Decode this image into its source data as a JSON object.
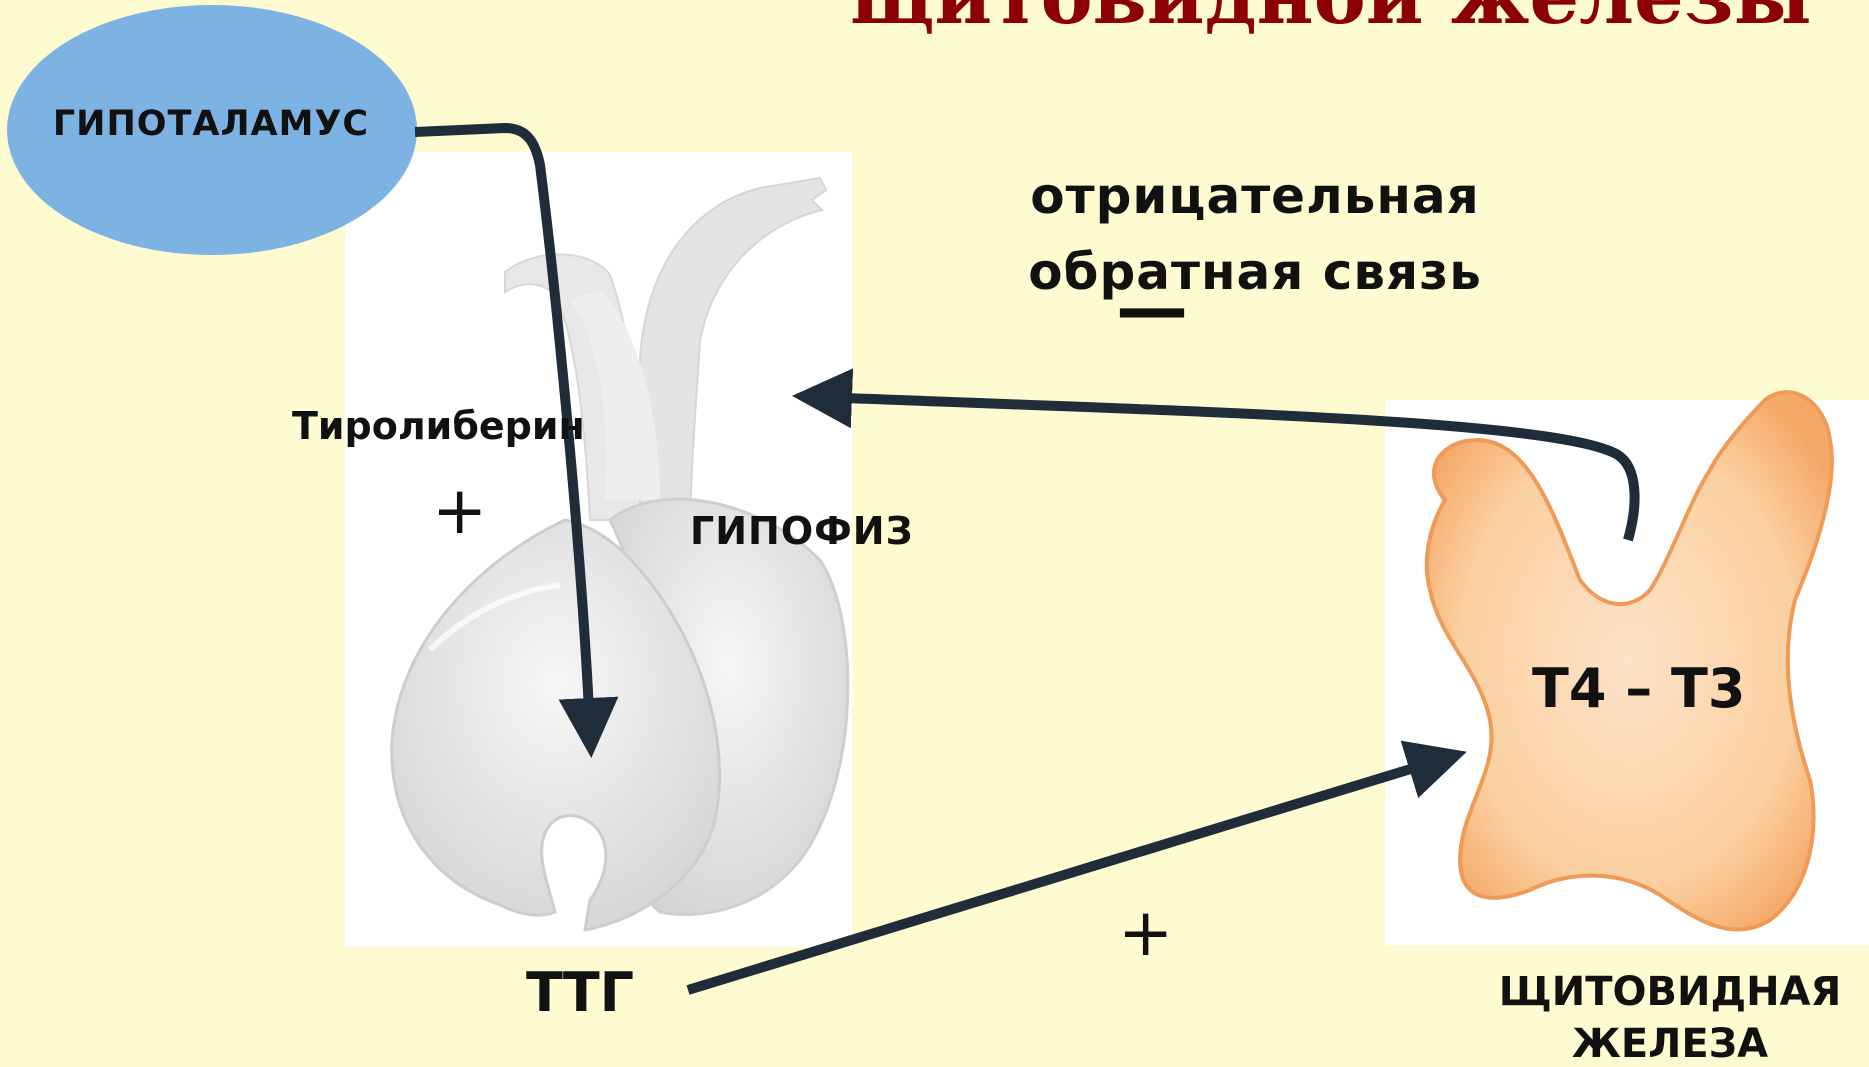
{
  "title": "щитовидной железы",
  "nodes": {
    "hypothalamus": "ГИПОТАЛАМУС",
    "pituitary": "ГИПОФИЗ",
    "thyroid_gland": "ЩИТОВИДНАЯ ЖЕЛЕЗА"
  },
  "labels": {
    "thyroliberin": "Тиролиберин",
    "ttg": "ТТГ",
    "hormones": "Т4 – Т3",
    "feedback": "отрицательная обратная связь",
    "minus": "—",
    "plus_1": "+",
    "plus_2": "+"
  },
  "colors": {
    "background": "#fefbd0",
    "title": "#8b0000",
    "hypothalamus_fill": "#7db3e3",
    "arrow": "#1f2d3a",
    "pituitary_fill": "#e3e3e3",
    "thyroid_fill": "#f9c28f"
  }
}
